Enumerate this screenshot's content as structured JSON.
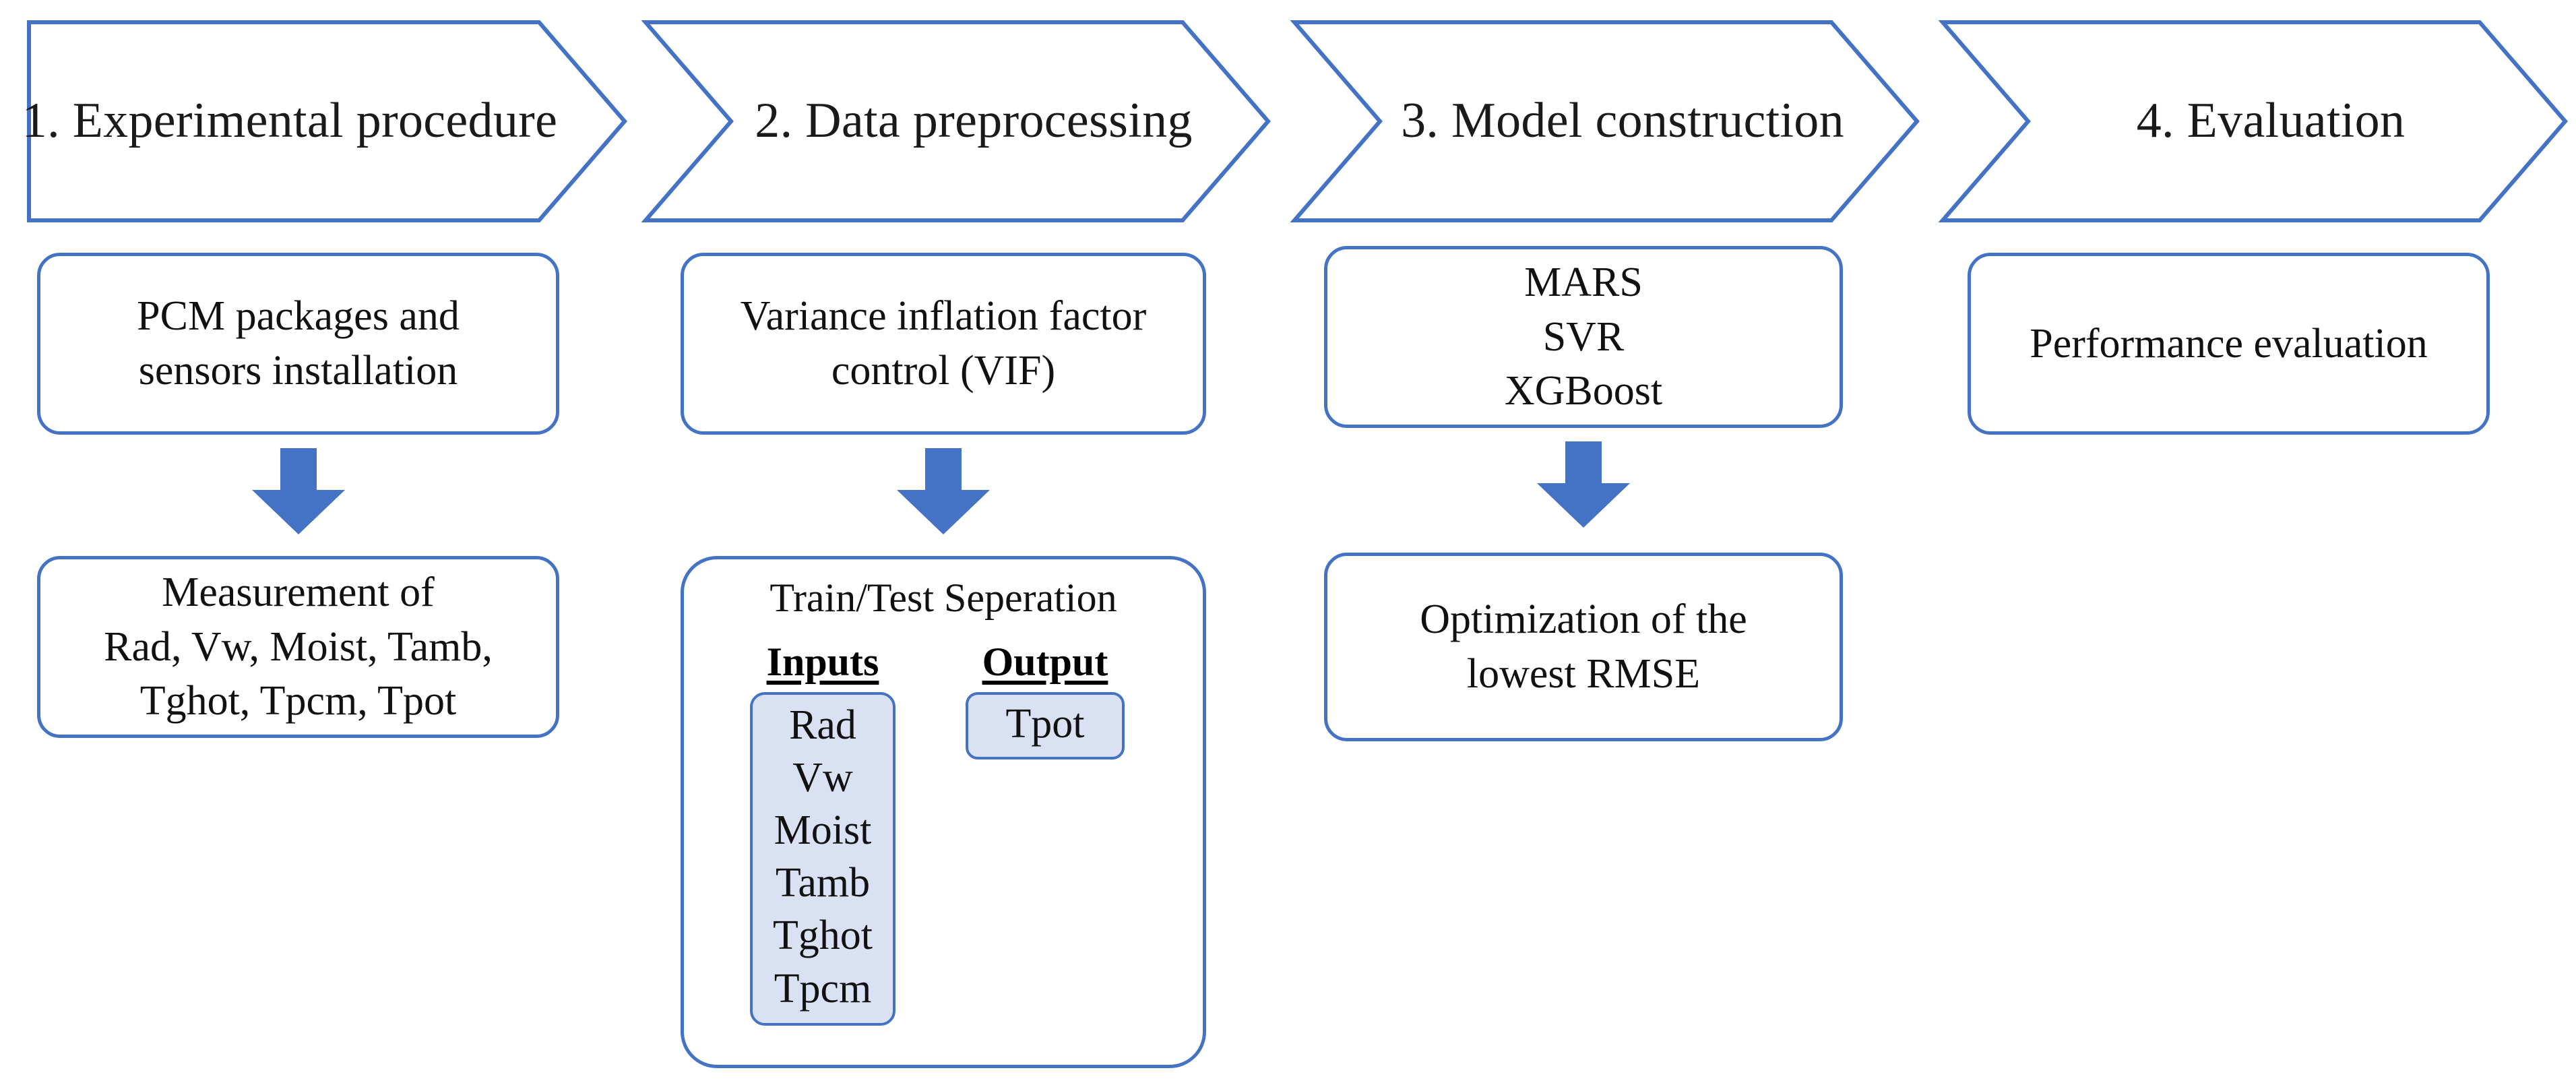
{
  "colors": {
    "accent_blue": "#4472C4",
    "chip_fill": "#D9E1F2",
    "background": "#FFFFFF",
    "text": "#111111"
  },
  "stages": [
    {
      "id": "stage-1",
      "label": "1. Experimental procedure"
    },
    {
      "id": "stage-2",
      "label": "2. Data preprocessing"
    },
    {
      "id": "stage-3",
      "label": "3. Model construction"
    },
    {
      "id": "stage-4",
      "label": "4. Evaluation"
    }
  ],
  "column1": {
    "box1": {
      "lines": [
        "PCM packages and",
        "sensors installation"
      ]
    },
    "arrow": {
      "icon": "down-arrow-icon"
    },
    "box2": {
      "lines": [
        "Measurement of",
        "Rad, Vw, Moist, Tamb,",
        "Tghot, Tpcm, Tpot"
      ]
    }
  },
  "column2": {
    "box1": {
      "lines": [
        "Variance inflation factor",
        "control (VIF)"
      ]
    },
    "arrow": {
      "icon": "down-arrow-icon"
    },
    "panel": {
      "title": "Train/Test  Seperation",
      "inputs": {
        "header": "Inputs",
        "items": [
          "Rad",
          "Vw",
          "Moist",
          "Tamb",
          "Tghot",
          "Tpcm"
        ]
      },
      "output": {
        "header": "Output",
        "items": [
          "Tpot"
        ]
      }
    }
  },
  "column3": {
    "box1": {
      "lines": [
        "MARS",
        "SVR",
        "XGBoost"
      ]
    },
    "arrow": {
      "icon": "down-arrow-icon"
    },
    "box2": {
      "lines": [
        "Optimization of the",
        "lowest RMSE"
      ]
    }
  },
  "column4": {
    "box1": {
      "lines": [
        "Performance evaluation"
      ]
    }
  }
}
